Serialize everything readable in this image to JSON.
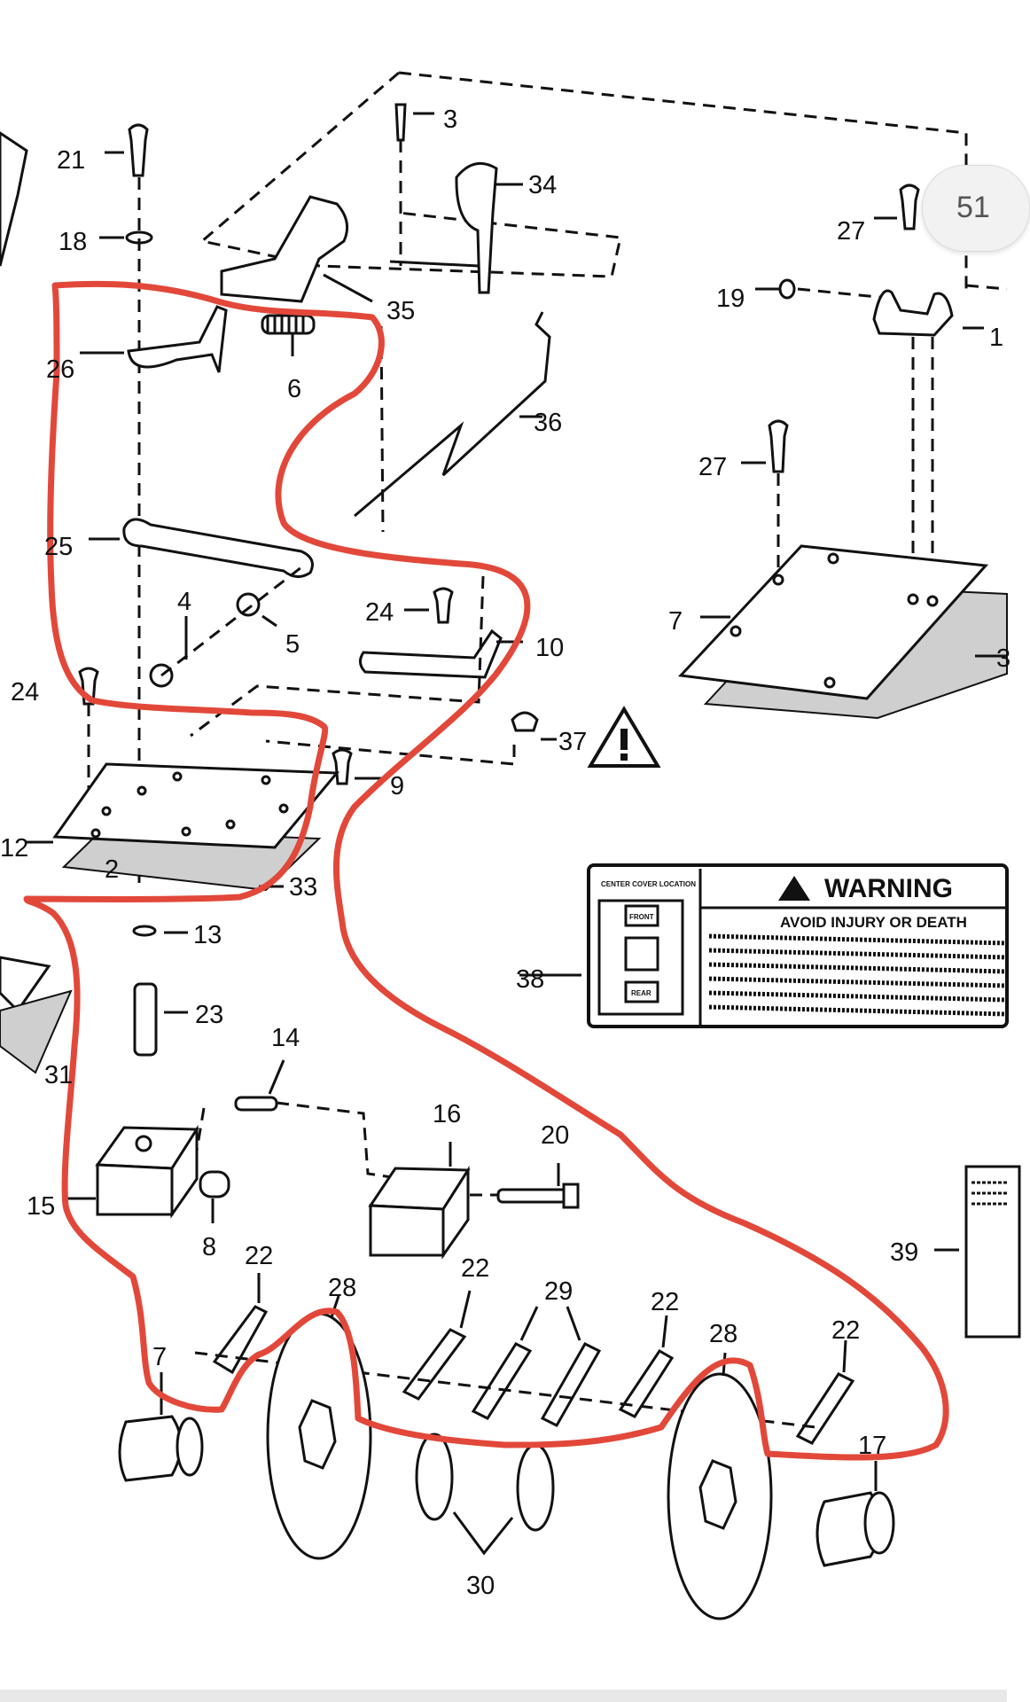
{
  "page_badge": "51",
  "callouts": {
    "c3": "3",
    "c34": "34",
    "c21": "21",
    "c18": "18",
    "c35": "35",
    "c26": "26",
    "c6": "6",
    "c36": "36",
    "c27a": "27",
    "c19": "19",
    "c1": "1",
    "c27b": "27",
    "c25": "25",
    "c4": "4",
    "c5": "5",
    "c24a": "24",
    "c10": "10",
    "c7": "7",
    "c24b": "24",
    "c37": "37",
    "c9": "9",
    "c12": "12",
    "c33": "33",
    "c13": "13",
    "c38": "38",
    "c23": "23",
    "c31": "31",
    "c14": "14",
    "c16": "16",
    "c20": "20",
    "c15": "15",
    "c8": "8",
    "c22a": "22",
    "c28a": "28",
    "c22b": "22",
    "c29": "29",
    "c22c": "22",
    "c28b": "28",
    "c22d": "22",
    "c39": "39",
    "c17a": "7",
    "c17b": "17",
    "c30": "30",
    "c2": "2",
    "c3b": "3"
  },
  "decal": {
    "header_left": "CENTER COVER LOCATION",
    "front": "FRONT",
    "rear": "REAR",
    "title": "WARNING",
    "subtitle": "AVOID INJURY OR DEATH"
  },
  "colors": {
    "annotation": "#e2483a",
    "ink": "#111111"
  }
}
